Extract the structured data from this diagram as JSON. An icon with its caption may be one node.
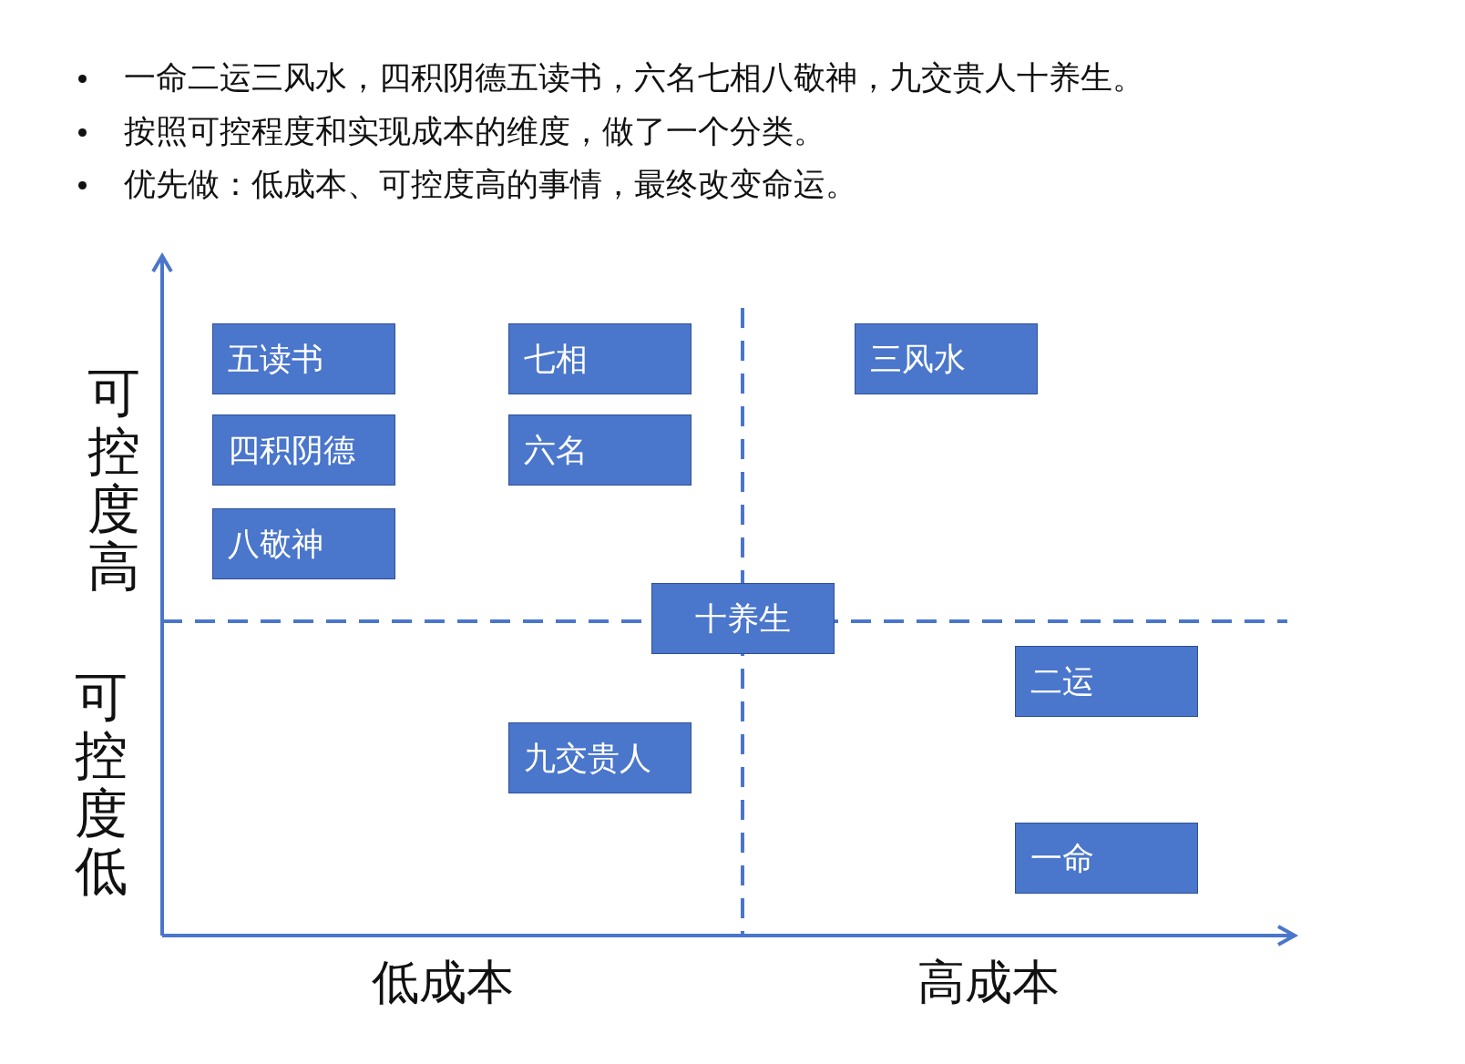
{
  "diagram": {
    "nodes": [
      {
        "text": [
          "五读书"
        ]
      },
      {
        "text": [
          "七相"
        ]
      },
      {
        "text": [
          "三风水"
        ]
      },
      {
        "text": [
          "四积阴德"
        ]
      },
      {
        "text": [
          "六名"
        ]
      },
      {
        "text": [
          "八敬神"
        ]
      },
      {
        "text": [
          "十养生"
        ]
      },
      {
        "text": [
          "二运"
        ]
      },
      {
        "text": [
          "九交贵人"
        ]
      },
      {
        "text": [
          "一命"
        ]
      }
    ],
    "labels": [
      "一命二运三风水，四积阴德五读书，六名七相八敬神，九交贵人十养生。",
      "按照可控程度和实现成本的维度，做了一个分类。",
      "优先做：低成本、可控度高的事情，最终改变命运。",
      "可控度高",
      "可控度低",
      "低成本",
      "高成本"
    ]
  }
}
